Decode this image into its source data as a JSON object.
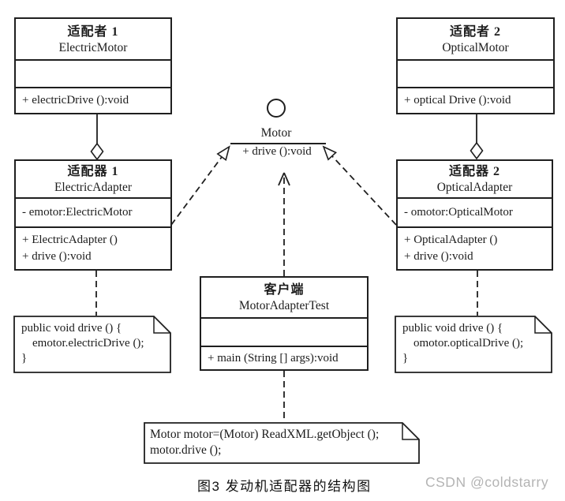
{
  "interface": {
    "name": "Motor",
    "operation": "+ drive ():void"
  },
  "boxes": {
    "adaptee1": {
      "title": "适配者 1",
      "name": "ElectricMotor",
      "methods": [
        "+ electricDrive ():void"
      ]
    },
    "adaptee2": {
      "title": "适配者 2",
      "name": "OpticalMotor",
      "methods": [
        "+ optical Drive ():void"
      ]
    },
    "adapter1": {
      "title": "适配器 1",
      "name": "ElectricAdapter",
      "attribute": "- emotor:ElectricMotor",
      "methods": [
        "+ ElectricAdapter ()",
        "+ drive ():void"
      ]
    },
    "adapter2": {
      "title": "适配器 2",
      "name": "OpticalAdapter",
      "attribute": "- omotor:OpticalMotor",
      "methods": [
        "+ OpticalAdapter ()",
        "+ drive ():void"
      ]
    },
    "client": {
      "title": "客户端",
      "name": "MotorAdapterTest",
      "methods": [
        "+ main (String [] args):void"
      ]
    }
  },
  "notes": {
    "electric": {
      "lines": [
        "public void drive () {",
        "emotor.electricDrive ();",
        "}"
      ]
    },
    "optical": {
      "lines": [
        "public void drive () {",
        "omotor.opticalDrive ();",
        "}"
      ]
    },
    "main": {
      "lines": [
        "Motor motor=(Motor) ReadXML.getObject ();",
        "motor.drive ();"
      ]
    }
  },
  "caption": "图3 发动机适配器的结构图",
  "watermark": "CSDN @coldstarry",
  "colors": {
    "line": "#1f1f1f",
    "watermark": "#b4b4b4",
    "background": "#ffffff"
  }
}
